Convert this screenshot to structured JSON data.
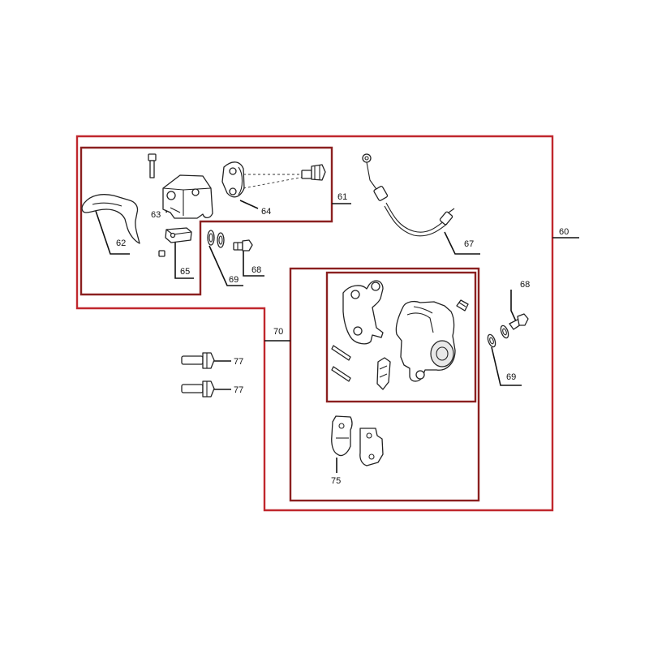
{
  "colors": {
    "outer_box": "#c0272d",
    "inner_box": "#8b2020",
    "line": "#111111",
    "part_fill": "#e8e8e8"
  },
  "labels": {
    "p60": "60",
    "p61": "61",
    "p62": "62",
    "p63": "63",
    "p64": "64",
    "p65": "65",
    "p67": "67",
    "p68_top": "68",
    "p69_top": "69",
    "p70": "70",
    "p68_right": "68",
    "p69_right": "69",
    "p75": "75",
    "p77_upper": "77",
    "p77_lower": "77"
  },
  "icons": {
    "master_cylinder": "brake-master-cylinder-icon",
    "brake_lever": "brake-lever-icon",
    "clamp": "handlebar-clamp-icon",
    "switch": "brake-light-switch-icon",
    "hose": "brake-hose-icon",
    "caliper": "brake-caliper-icon",
    "pads": "brake-pad-icon",
    "bolt": "bolt-icon",
    "washer": "washer-icon"
  }
}
